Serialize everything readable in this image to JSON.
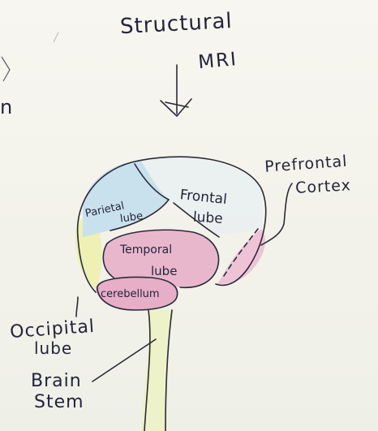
{
  "heading": {
    "line1": "Structural",
    "line2": "MRI"
  },
  "margin_fragment": "n",
  "regions": {
    "parietal": {
      "line1": "Parietal",
      "line2": "lube"
    },
    "frontal": {
      "line1": "Frontal",
      "line2": "lube"
    },
    "temporal": {
      "line1": "Temporal",
      "line2": "lube"
    },
    "cerebellum": {
      "label": "cerebellum"
    }
  },
  "callouts": {
    "prefrontal": {
      "line1": "Prefrontal",
      "line2": "Cortex"
    },
    "occipital": {
      "line1": "Occipital",
      "line2": "lube"
    },
    "brainstem": {
      "line1": "Brain",
      "line2": "Stem"
    }
  },
  "colors": {
    "ink": "#2a2a3a",
    "paper": "#f6f5ee",
    "parietal_blue": "#c9e1ec",
    "temporal_pink": "#e9b7cc",
    "frontal_pink": "#efc3d6",
    "occipital_yellow": "#eef0b4",
    "stem_yellow": "#eef2c8"
  }
}
